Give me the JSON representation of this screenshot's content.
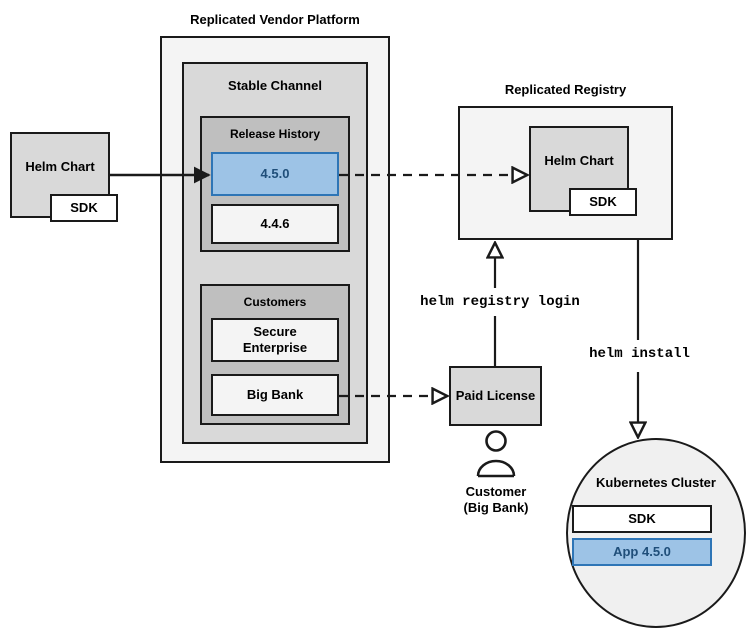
{
  "diagram": {
    "title_vendor_platform": "Replicated Vendor Platform",
    "title_registry": "Replicated Registry",
    "stable_channel": "Stable Channel",
    "release_history": "Release History",
    "release_current": "4.5.0",
    "release_previous": "4.4.6",
    "customers_group": "Customers",
    "customer_secure_enterprise": "Secure\nEnterprise",
    "customer_big_bank": "Big Bank",
    "source_helm_chart": "Helm Chart",
    "source_sdk": "SDK",
    "registry_helm_chart": "Helm Chart",
    "registry_sdk": "SDK",
    "paid_license": "Paid License",
    "customer_caption": "Customer\n(Big Bank)",
    "cmd_registry_login": "helm registry login",
    "cmd_helm_install": "helm install",
    "cluster_title": "Kubernetes Cluster",
    "cluster_sdk": "SDK",
    "cluster_app": "App 4.5.0",
    "colors": {
      "accent_blue_fill": "#9dc3e6",
      "accent_blue_border": "#2e75b6",
      "accent_blue_text": "#1f4e79",
      "stroke": "#1a1a1a",
      "fill_light": "#f4f4f4",
      "fill_mid": "#d9d9d9",
      "fill_dark": "#bfbfbf"
    }
  }
}
